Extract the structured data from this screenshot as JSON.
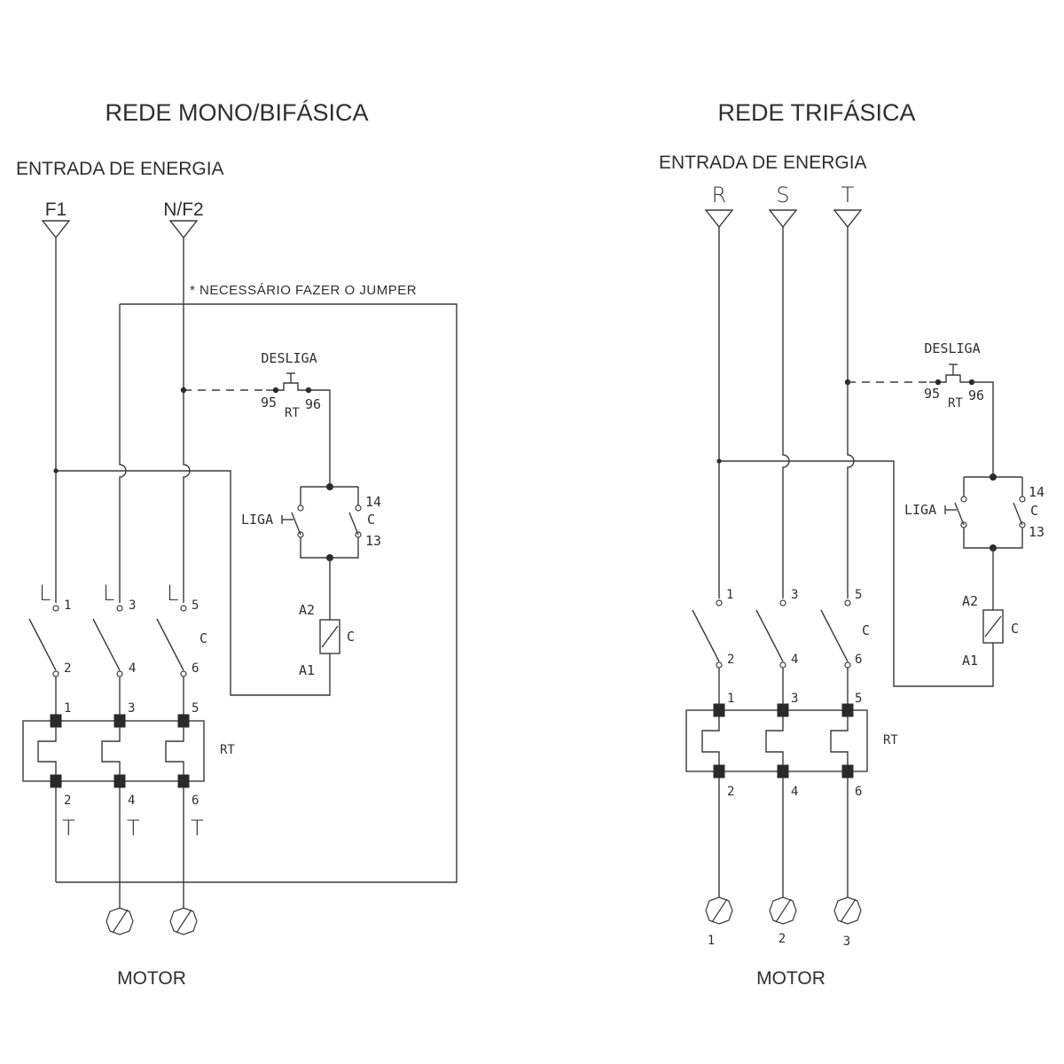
{
  "left": {
    "title": "REDE MONO/BIFÁSICA",
    "input_label": "ENTRADA DE ENERGIA",
    "phases": [
      "F1",
      "N/F2"
    ],
    "jumper_note": "* NECESSÁRIO FAZER O JUMPER",
    "off_button": "DESLIGA",
    "rt_contacts": [
      "95",
      "96"
    ],
    "rt_label": "RT",
    "on_button": "LIGA",
    "aux_contacts": [
      "14",
      "C",
      "13"
    ],
    "coil_terminals": [
      "A2",
      "A1"
    ],
    "coil_label": "C",
    "line_letter": "L",
    "top_terminals": [
      "1",
      "3",
      "5"
    ],
    "contactor_label": "C",
    "bottom_terminals": [
      "2",
      "4",
      "6"
    ],
    "relay_top": [
      "1",
      "3",
      "5"
    ],
    "relay_bottom": [
      "2",
      "4",
      "6"
    ],
    "relay_label": "RT",
    "out_letter": "T",
    "motor_label": "MOTOR"
  },
  "right": {
    "title": "REDE TRIFÁSICA",
    "input_label": "ENTRADA DE ENERGIA",
    "phases": [
      "R",
      "S",
      "T"
    ],
    "off_button": "DESLIGA",
    "rt_contacts": [
      "95",
      "96"
    ],
    "rt_label": "RT",
    "on_button": "LIGA",
    "aux_contacts": [
      "14",
      "C",
      "13"
    ],
    "coil_terminals": [
      "A2",
      "A1"
    ],
    "coil_label": "C",
    "top_terminals": [
      "1",
      "3",
      "5"
    ],
    "contactor_label": "C",
    "bottom_terminals": [
      "2",
      "4",
      "6"
    ],
    "relay_top": [
      "1",
      "3",
      "5"
    ],
    "relay_bottom": [
      "2",
      "4",
      "6"
    ],
    "relay_label": "RT",
    "motor_terminals": [
      "1",
      "2",
      "3"
    ],
    "motor_label": "MOTOR"
  }
}
